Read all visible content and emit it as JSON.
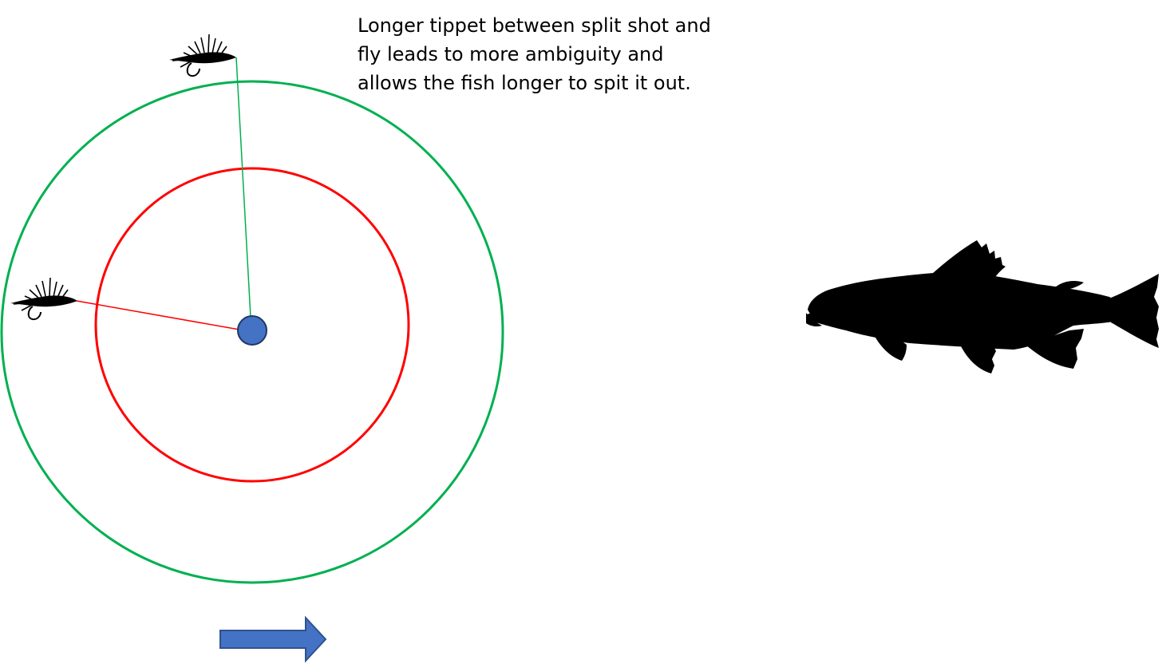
{
  "caption": {
    "lines": [
      "Longer tippet between split shot and",
      "fly leads to more ambiguity and",
      "allows the fish longer to spit it out."
    ]
  },
  "colors": {
    "background": "#ffffff",
    "long_tippet_circle": "#00b050",
    "short_tippet_circle": "#ff0000",
    "split_shot": "#4472c4",
    "split_shot_outline": "#1f3864",
    "current_arrow": "#4472c4",
    "silhouettes": "#000000"
  },
  "icons": {
    "fly_long_tippet": "fly-icon",
    "fly_short_tippet": "fly-icon",
    "fish": "trout-silhouette-icon",
    "current_direction": "arrow-right-icon"
  }
}
